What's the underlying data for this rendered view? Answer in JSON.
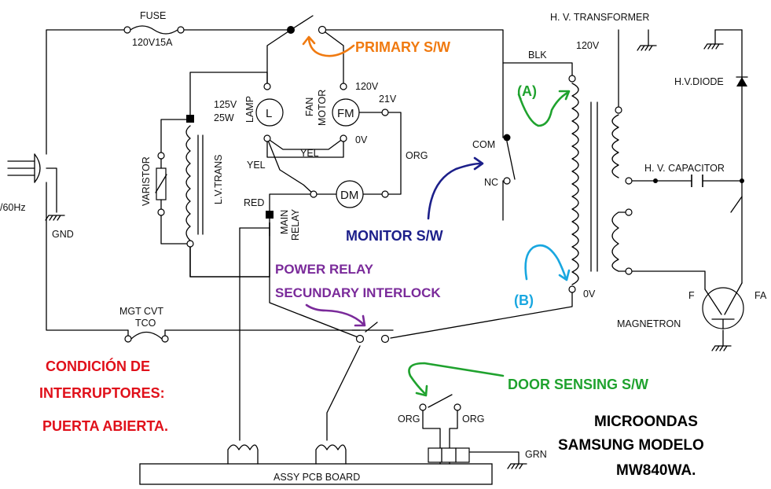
{
  "labels": {
    "fuse": "FUSE",
    "fuse_rating": "120V15A",
    "hv_transformer": "H. V. TRANSFORMER",
    "blk": "BLK",
    "v120_top": "120V",
    "v120_fan": "120V",
    "v21": "21V",
    "v0_fan": "0V",
    "v0_hv": "0V",
    "lamp_rating_1": "125V",
    "lamp_rating_2": "25W",
    "lamp": "LAMP",
    "fan_1": "FAN",
    "fan_2": "MOTOR",
    "lamp_symbol": "L",
    "fm_symbol": "FM",
    "dm_symbol": "DM",
    "yel_1": "YEL",
    "yel_2": "YEL",
    "org": "ORG",
    "red": "RED",
    "main_relay_1": "MAIN",
    "main_relay_2": "RELAY",
    "varistor": "VARISTOR",
    "lv_trans": "L.V.TRANS",
    "freq": "/60Hz",
    "gnd": "GND",
    "com": "COM",
    "nc": "NC",
    "hv_diode": "H.V.DIODE",
    "hv_capacitor": "H. V. CAPACITOR",
    "f": "F",
    "fa": "FA",
    "magnetron": "MAGNETRON",
    "mgt_cvt": "MGT CVT",
    "tco": "TCO",
    "org_left": "ORG",
    "org_right": "ORG",
    "grn": "GRN",
    "pcb": "ASSY PCB BOARD"
  },
  "annotations": {
    "primary_sw": "PRIMARY S/W",
    "monitor_sw": "MONITOR S/W",
    "power_relay": "POWER RELAY",
    "secondary_interlock": "SECUNDARY INTERLOCK",
    "door_sensing": "DOOR SENSING S/W",
    "marker_a": "(A)",
    "marker_b": "(B)"
  },
  "condition": {
    "line1": "CONDICIÓN DE",
    "line2": "INTERRUPTORES:",
    "line3": "PUERTA ABIERTA."
  },
  "title": {
    "line1": "MICROONDAS",
    "line2": "SAMSUNG MODELO",
    "line3": "MW840WA."
  },
  "colors": {
    "primary": "#f07a10",
    "monitor": "#1c1f8a",
    "relay": "#7a2a9a",
    "door": "#1fa22e",
    "marker_a": "#1fa22e",
    "marker_b": "#19a7e0",
    "condition": "#e0101a",
    "title": "#000000"
  }
}
